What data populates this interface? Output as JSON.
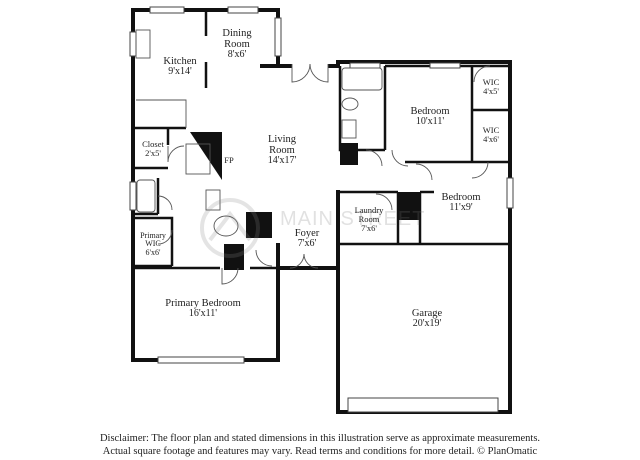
{
  "rooms": [
    {
      "key": "kitchen",
      "name": "Kitchen",
      "dim": "9'x14'"
    },
    {
      "key": "dining",
      "name": "Dining Room",
      "dim": "8'x6'"
    },
    {
      "key": "living",
      "name": "Living Room",
      "dim": "14'x17'"
    },
    {
      "key": "bedroom1",
      "name": "Bedroom",
      "dim": "10'x11'"
    },
    {
      "key": "wic1",
      "name": "WIC",
      "dim": "4'x5'"
    },
    {
      "key": "wic2",
      "name": "WIC",
      "dim": "4'x6'"
    },
    {
      "key": "closet",
      "name": "Closet",
      "dim": "2'x5'"
    },
    {
      "key": "bedroom2",
      "name": "Bedroom",
      "dim": "11'x9'"
    },
    {
      "key": "laundry",
      "name": "Laundry Room",
      "dim": "7'x6'"
    },
    {
      "key": "primary_wic",
      "name": "Primary WIC",
      "dim": "6'x6'"
    },
    {
      "key": "foyer",
      "name": "Foyer",
      "dim": "7'x6'"
    },
    {
      "key": "primary_bedroom",
      "name": "Primary Bedroom",
      "dim": "16'x11'"
    },
    {
      "key": "garage",
      "name": "Garage",
      "dim": "20'x19'"
    }
  ],
  "fireplace_label": "FP",
  "disclaimer": {
    "line1": "Disclaimer: The floor plan and stated dimensions in this illustration serve as approximate measurements.",
    "line2": "Actual square footage and features may vary. Read terms and conditions for more detail. © PlanOmatic"
  },
  "watermark": {
    "text": "MAIN STREET"
  },
  "colors": {
    "wall": "#111111",
    "line": "#333333",
    "text": "#222222",
    "background": "#ffffff"
  }
}
